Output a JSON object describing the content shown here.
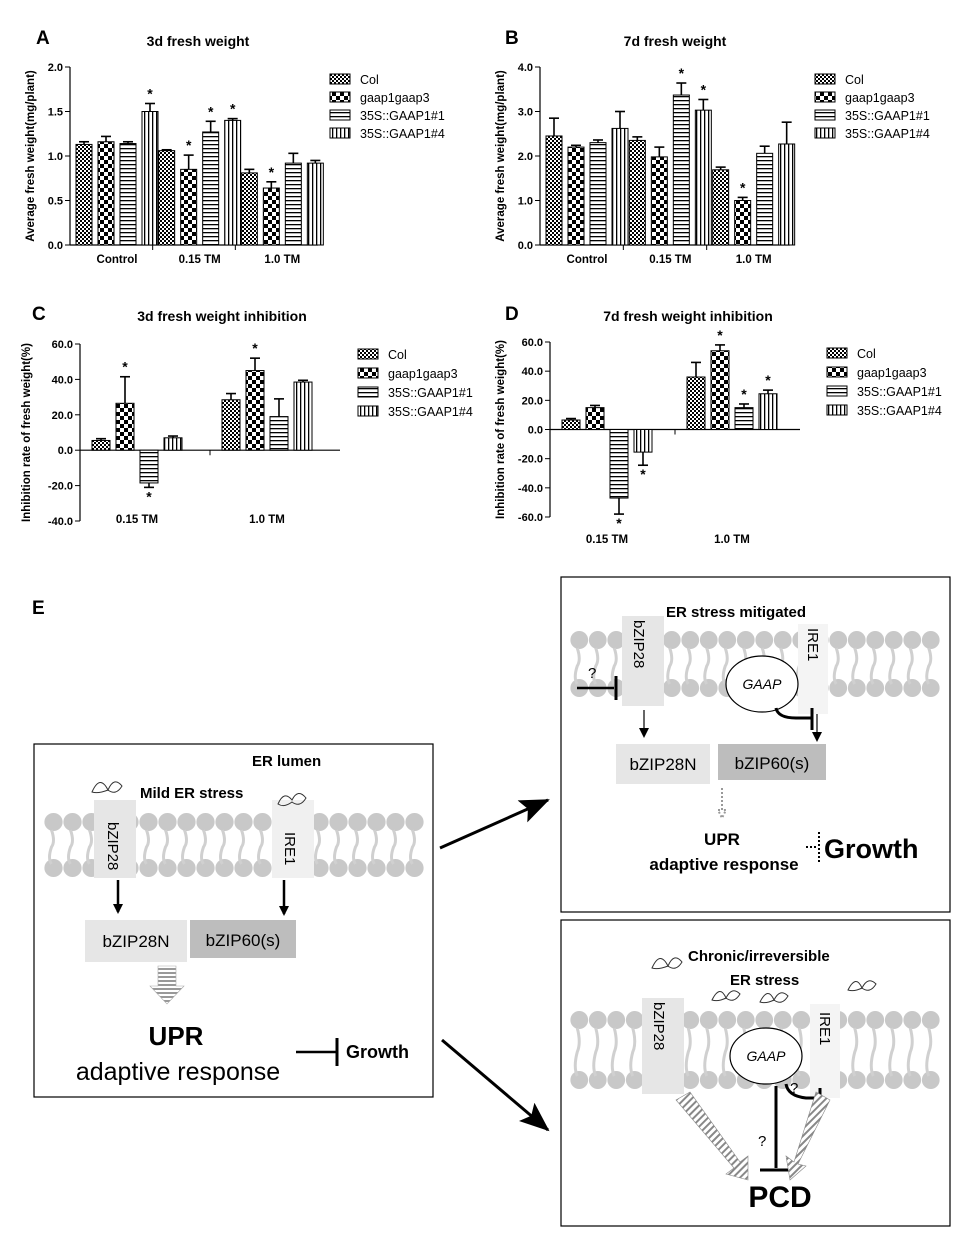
{
  "colors": {
    "ink": "#000000",
    "membrane": "#c8c8c8",
    "box_light": "#e6e6e6",
    "box_dark": "#bdbdbd"
  },
  "legend": {
    "abcd": [
      "Col",
      "gaap1gaap3",
      "35S::GAAP1#1",
      "35S::GAAP1#4"
    ]
  },
  "chart_data": [
    {
      "id": "A",
      "panel_letter": "A",
      "type": "bar",
      "title": "3d  fresh weight",
      "ylabel": "Average fresh weight(mg/plant)",
      "ylim": [
        0,
        2.0
      ],
      "yticks": [
        "0.0",
        "0.5",
        "1.0",
        "1.5",
        "2.0"
      ],
      "ytick_values": [
        0,
        0.5,
        1.0,
        1.5,
        2.0
      ],
      "categories": [
        "Control",
        "0.15 TM",
        "1.0 TM"
      ],
      "legend_position": "right",
      "series": [
        {
          "name": "Col",
          "values": [
            1.13,
            1.06,
            0.81
          ],
          "errors": [
            0.03,
            0.01,
            0.04
          ],
          "stars": [
            false,
            false,
            false
          ]
        },
        {
          "name": "gaap1gaap3",
          "values": [
            1.16,
            0.85,
            0.64
          ],
          "errors": [
            0.06,
            0.16,
            0.07
          ],
          "stars": [
            false,
            true,
            true
          ]
        },
        {
          "name": "35S::GAAP1#1",
          "values": [
            1.14,
            1.27,
            0.92
          ],
          "errors": [
            0.02,
            0.12,
            0.11
          ],
          "stars": [
            false,
            true,
            false
          ]
        },
        {
          "name": "35S::GAAP1#4",
          "values": [
            1.5,
            1.4,
            0.92
          ],
          "errors": [
            0.09,
            0.02,
            0.03
          ],
          "stars": [
            true,
            true,
            false
          ]
        }
      ]
    },
    {
      "id": "B",
      "panel_letter": "B",
      "type": "bar",
      "title": "7d  fresh weight",
      "ylabel": "Average fresh weight(mg/plant)",
      "ylim": [
        0,
        4.0
      ],
      "yticks": [
        "0.0",
        "1.0",
        "2.0",
        "3.0",
        "4.0"
      ],
      "ytick_values": [
        0,
        1.0,
        2.0,
        3.0,
        4.0
      ],
      "categories": [
        "Control",
        "0.15 TM",
        "1.0 TM"
      ],
      "legend_position": "right",
      "series": [
        {
          "name": "Col",
          "values": [
            2.45,
            2.35,
            1.69
          ],
          "errors": [
            0.4,
            0.08,
            0.06
          ],
          "stars": [
            false,
            false,
            false
          ]
        },
        {
          "name": "gaap1gaap3",
          "values": [
            2.2,
            1.98,
            1.0
          ],
          "errors": [
            0.04,
            0.22,
            0.07
          ],
          "stars": [
            false,
            false,
            true
          ]
        },
        {
          "name": "35S::GAAP1#1",
          "values": [
            2.3,
            3.37,
            2.06
          ],
          "errors": [
            0.06,
            0.27,
            0.16
          ],
          "stars": [
            false,
            true,
            false
          ]
        },
        {
          "name": "35S::GAAP1#4",
          "values": [
            2.62,
            3.03,
            2.27
          ],
          "errors": [
            0.38,
            0.24,
            0.49
          ],
          "stars": [
            false,
            true,
            false
          ]
        }
      ]
    },
    {
      "id": "C",
      "panel_letter": "C",
      "type": "bar",
      "title": "3d  fresh weight inhibition",
      "ylabel": "Inhibition rate of fresh weight(%)",
      "ylim": [
        -40,
        60
      ],
      "yticks": [
        "-40.0",
        "-20.0",
        "0.0",
        "20.0",
        "40.0",
        "60.0"
      ],
      "ytick_values": [
        -40,
        -20,
        0,
        20,
        40,
        60
      ],
      "categories": [
        "0.15 TM",
        "1.0 TM"
      ],
      "legend_position": "right",
      "series": [
        {
          "name": "Col",
          "values": [
            5.5,
            28.5
          ],
          "errors": [
            1.0,
            3.5
          ],
          "stars": [
            false,
            false
          ]
        },
        {
          "name": "gaap1gaap3",
          "values": [
            26.5,
            45.0
          ],
          "errors": [
            15.0,
            7.0
          ],
          "stars": [
            true,
            true
          ]
        },
        {
          "name": "35S::GAAP1#1",
          "values": [
            -18.5,
            19.0
          ],
          "errors": [
            2.5,
            10.0
          ],
          "stars": [
            true,
            false
          ]
        },
        {
          "name": "35S::GAAP1#4",
          "values": [
            7.0,
            38.5
          ],
          "errors": [
            1.0,
            1.0
          ],
          "stars": [
            false,
            false
          ]
        }
      ]
    },
    {
      "id": "D",
      "panel_letter": "D",
      "type": "bar",
      "title": "7d  fresh weight inhibition",
      "ylabel": "Inhibition rate of fresh weight(%)",
      "ylim": [
        -60,
        60
      ],
      "yticks": [
        "-60.0",
        "-40.0",
        "-20.0",
        "0.0",
        "20.0",
        "40.0",
        "60.0"
      ],
      "ytick_values": [
        -60,
        -40,
        -20,
        0,
        20,
        40,
        60
      ],
      "categories": [
        "0.15 TM",
        "1.0 TM"
      ],
      "legend_position": "right",
      "series": [
        {
          "name": "Col",
          "values": [
            6.5,
            36.0
          ],
          "errors": [
            1.0,
            10.0
          ],
          "stars": [
            false,
            false
          ]
        },
        {
          "name": "gaap1gaap3",
          "values": [
            15.0,
            54.0
          ],
          "errors": [
            1.5,
            4.0
          ],
          "stars": [
            false,
            true
          ]
        },
        {
          "name": "35S::GAAP1#1",
          "values": [
            -47.0,
            15.0
          ],
          "errors": [
            11.0,
            2.5
          ],
          "stars": [
            true,
            true
          ]
        },
        {
          "name": "35S::GAAP1#4",
          "values": [
            -15.5,
            24.5
          ],
          "errors": [
            9.0,
            2.5
          ],
          "stars": [
            true,
            true
          ]
        }
      ]
    }
  ],
  "diagram": {
    "panel_letter": "E",
    "left": {
      "er_lumen": "ER lumen",
      "mild_stress": "Mild  ER stress",
      "bzip28": "bZIP28",
      "ire1": "IRE1",
      "bzip28n": "bZIP28N",
      "bzip60": "bZIP60(s)",
      "upr": "UPR",
      "adaptive": "adaptive response",
      "growth": "Growth"
    },
    "top_right": {
      "title": "ER stress mitigated",
      "bzip28": "bZIP28",
      "ire1": "IRE1",
      "gaap": "GAAP",
      "question": "?",
      "bzip28n": "bZIP28N",
      "bzip60": "bZIP60(s)",
      "upr": "UPR",
      "adaptive": "adaptive response",
      "growth": "Growth"
    },
    "bottom_right": {
      "title_line1": "Chronic/irreversible",
      "title_line2": "ER stress",
      "bzip28": "bZIP28",
      "ire1": "IRE1",
      "gaap": "GAAP",
      "question1": "?",
      "question2": "?",
      "pcd": "PCD"
    }
  }
}
